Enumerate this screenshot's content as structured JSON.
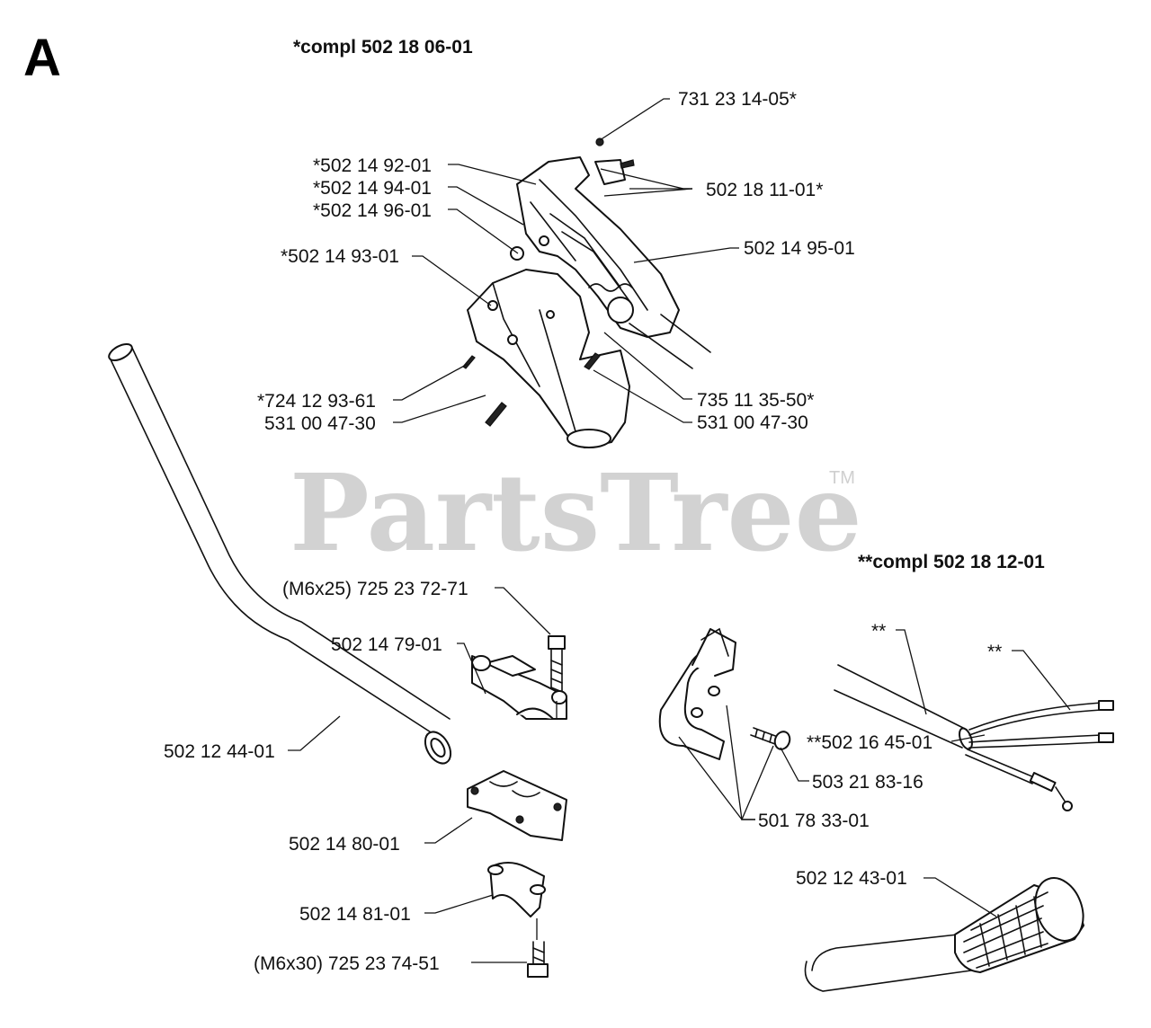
{
  "section_letter": "A",
  "assembly_headers": {
    "top": "*compl 502 18 06-01",
    "right": "**compl 502 18 12-01"
  },
  "watermark": {
    "text": "PartsTree",
    "trademark": "TM"
  },
  "labels": {
    "p731_23_14_05": "731 23 14-05*",
    "p502_14_92_01": "*502 14 92-01",
    "p502_18_11_01": "502 18 11-01*",
    "p502_14_94_01": "*502 14 94-01",
    "p502_14_96_01": "*502 14 96-01",
    "p502_14_95_01": "502 14 95-01",
    "p502_14_93_01": "*502 14 93-01",
    "p724_12_93_61": "*724 12 93-61",
    "p531_00_47_30_left": "531 00 47-30",
    "p735_11_35_50": "735 11 35-50*",
    "p531_00_47_30_right": "531 00 47-30",
    "p725_23_72_71": "(M6x25) 725 23 72-71",
    "p502_14_79_01": "502 14 79-01",
    "p502_12_44_01": "502 12 44-01",
    "p502_14_80_01": "502 14 80-01",
    "p502_14_81_01": "502 14 81-01",
    "p725_23_74_51": "(M6x30) 725 23 74-51",
    "cable_mark_1": "**",
    "cable_mark_2": "**",
    "p502_16_45_01": "**502 16 45-01",
    "p503_21_83_16": "503 21 83-16",
    "p501_78_33_01": "501 78 33-01",
    "p502_12_43_01": "502 12 43-01"
  },
  "colors": {
    "line": "#111111",
    "watermark": "#d2d2d2",
    "background": "#ffffff"
  }
}
